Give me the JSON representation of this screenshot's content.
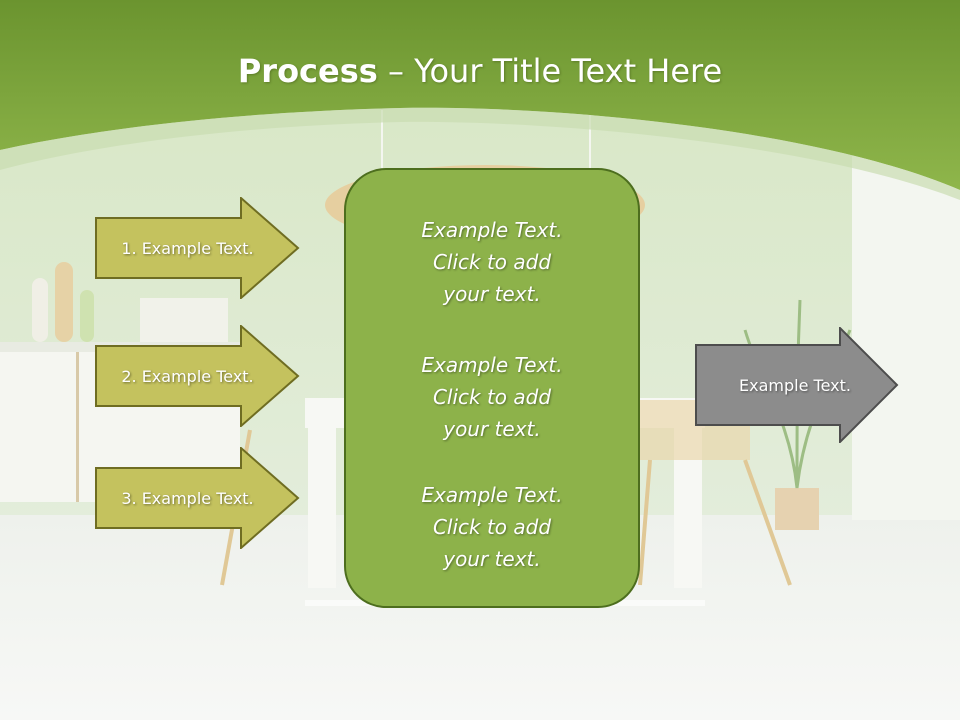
{
  "slide": {
    "title_bold": "Process",
    "title_rest": " – Your Title Text Here"
  },
  "steps": [
    {
      "label": "1. Example Text."
    },
    {
      "label": "2. Example Text."
    },
    {
      "label": "3. Example Text."
    }
  ],
  "center_box": {
    "blocks": [
      {
        "line1": "Example Text.",
        "line2": "Click  to add",
        "line3": "your text."
      },
      {
        "line1": "Example Text.",
        "line2": "Click  to add",
        "line3": "your text."
      },
      {
        "line1": "Example Text.",
        "line2": "Click  to add",
        "line3": "your text."
      }
    ]
  },
  "output": {
    "label": "Example Text."
  },
  "colors": {
    "header_green": "#7fa83e",
    "step_fill": "#c4c25e",
    "step_border": "#6f6d22",
    "center_fill": "#8db24a",
    "center_border": "#4d6e1e",
    "output_fill": "#8c8c8c",
    "output_border": "#4d4d4d"
  }
}
